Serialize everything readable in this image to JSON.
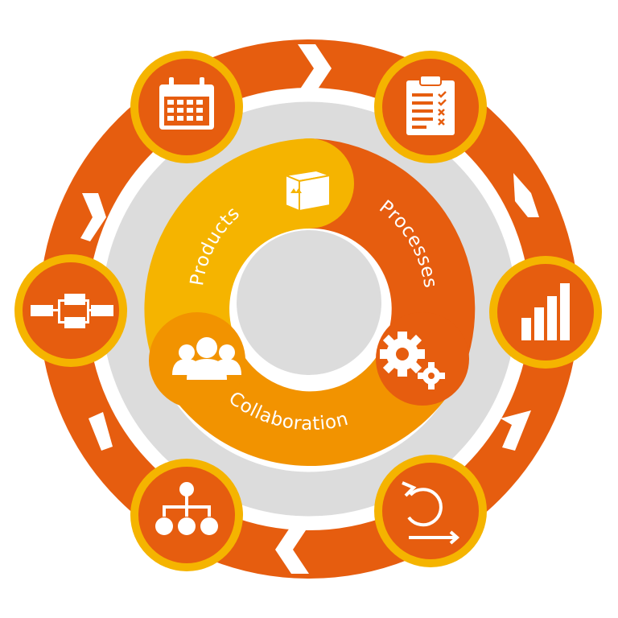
{
  "colors": {
    "outer_ring": "#e65d0f",
    "gray_ring": "#dcdcdc",
    "node_border": "#f5b400",
    "node_fill": "#e65d0f",
    "products": "#f5b400",
    "processes": "#e65d0f",
    "collaboration": "#f29300",
    "white": "#ffffff"
  },
  "segments": {
    "products": {
      "label": "Products",
      "icon": "box-icon"
    },
    "processes": {
      "label": "Processes",
      "icon": "gears-icon"
    },
    "collaboration": {
      "label": "Collaboration",
      "icon": "team-icon"
    }
  },
  "nodes": [
    {
      "icon": "calendar-icon"
    },
    {
      "icon": "clipboard-checklist-icon"
    },
    {
      "icon": "bar-chart-icon"
    },
    {
      "icon": "scrum-cycle-icon"
    },
    {
      "icon": "org-chart-icon"
    },
    {
      "icon": "flowchart-icon"
    }
  ]
}
